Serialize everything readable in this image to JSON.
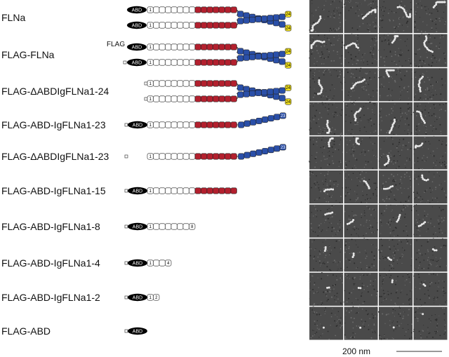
{
  "constructs": [
    {
      "label": "FLNa",
      "flag": false,
      "abd": true,
      "last": 24,
      "dimer": true
    },
    {
      "label": "FLAG-FLNa",
      "flag": true,
      "abd": true,
      "last": 24,
      "dimer": true,
      "flag_text": "FLAG"
    },
    {
      "label": "FLAG-ΔABDIgFLNa1-24",
      "flag": true,
      "abd": false,
      "last": 24,
      "dimer": true
    },
    {
      "label": "FLAG-ABD-IgFLNa1-23",
      "flag": true,
      "abd": true,
      "last": 23,
      "dimer": false
    },
    {
      "label": "FLAG-ΔABDIgFLNa1-23",
      "flag": true,
      "abd": false,
      "last": 23,
      "dimer": false
    },
    {
      "label": "FLAG-ABD-IgFLNa1-15",
      "flag": true,
      "abd": true,
      "last": 15,
      "dimer": false
    },
    {
      "label": "FLAG-ABD-IgFLNa1-8",
      "flag": true,
      "abd": true,
      "last": 8,
      "dimer": false
    },
    {
      "label": "FLAG-ABD-IgFLNa1-4",
      "flag": true,
      "abd": true,
      "last": 4,
      "dimer": false
    },
    {
      "label": "FLAG-ABD-IgFLNa1-2",
      "flag": true,
      "abd": true,
      "last": 2,
      "dimer": false
    },
    {
      "label": "FLAG-ABD",
      "flag": true,
      "abd": true,
      "last": 0,
      "dimer": false
    }
  ],
  "abd_label": "ABD",
  "domain_labels": {
    "first": "1",
    "eighth": "8",
    "fourth": "4",
    "second": "2",
    "twentythird": "23",
    "twentyfourth": "24"
  },
  "scale_bar": {
    "label": "200 nm"
  },
  "colors": {
    "rod1": "#ffffff",
    "rod_mid": "#b3202e",
    "rod2": "#2a4fa8",
    "dimer": "#f2e21e",
    "abd": "#000000",
    "em_bg": "#4a4a4a"
  }
}
